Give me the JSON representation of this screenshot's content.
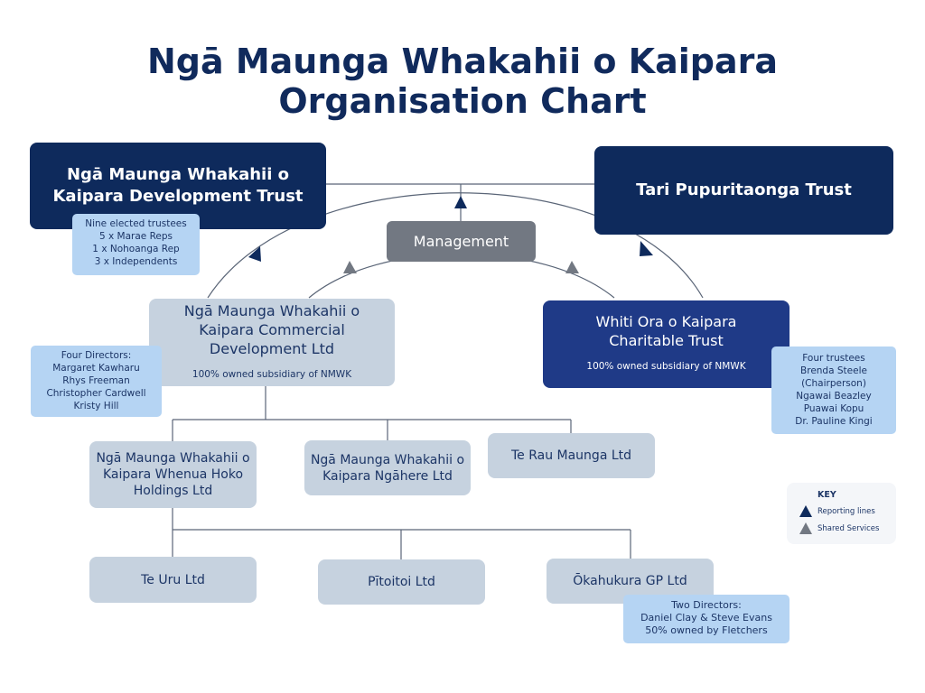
{
  "title": {
    "line1": "Ngā Maunga Whakahii o Kaipara",
    "line2": "Organisation Chart"
  },
  "nodes": {
    "development_trust": {
      "line1": "Ngā Maunga Whakahii o",
      "line2": "Kaipara Development Trust"
    },
    "tari_trust": {
      "label": "Tari Pupuritaonga Trust"
    },
    "management": {
      "label": "Management"
    },
    "commercial": {
      "line1": "Ngā Maunga Whakahii o",
      "line2": "Kaipara Commercial",
      "line3": "Development Ltd",
      "caption": "100% owned subsidiary of NMWK"
    },
    "whiti_ora": {
      "line1": "Whiti Ora o Kaipara",
      "line2": "Charitable Trust",
      "caption": "100% owned subsidiary of NMWK"
    },
    "whenua_hoko": {
      "line1": "Ngā Maunga Whakahii o",
      "line2": "Kaipara Whenua Hoko",
      "line3": "Holdings Ltd"
    },
    "ngahere": {
      "line1": "Ngā Maunga Whakahii o",
      "line2": "Kaipara Ngāhere Ltd"
    },
    "te_rau": {
      "label": "Te Rau Maunga Ltd"
    },
    "te_uru": {
      "label": "Te Uru Ltd"
    },
    "pitoitoi": {
      "label": "Pītoitoi Ltd"
    },
    "okahukura": {
      "label": "Ōkahukura GP Ltd"
    }
  },
  "notes": {
    "trustees": [
      "Nine elected trustees",
      "5 x Marae Reps",
      "1 x Nohoanga Rep",
      "3 x Independents"
    ],
    "directors": [
      "Four Directors:",
      "Margaret Kawharu",
      "Rhys Freeman",
      "Christopher Cardwell",
      "Kristy Hill"
    ],
    "whiti_trustees": [
      "Four trustees",
      "Brenda Steele",
      "(Chairperson)",
      "Ngawai Beazley",
      "Puawai Kopu",
      "Dr. Pauline Kingi"
    ],
    "okahukura_directors": [
      "Two Directors:",
      "Daniel Clay & Steve Evans",
      "50% owned by Fletchers"
    ]
  },
  "key": {
    "title": "KEY",
    "reporting": "Reporting lines",
    "shared": "Shared Services"
  },
  "colors": {
    "navy": "#0e2a5c",
    "royal": "#1f3a87",
    "light": "#c6d2df",
    "grey": "#727882",
    "note": "#b5d4f3",
    "line": "#5a6577"
  }
}
